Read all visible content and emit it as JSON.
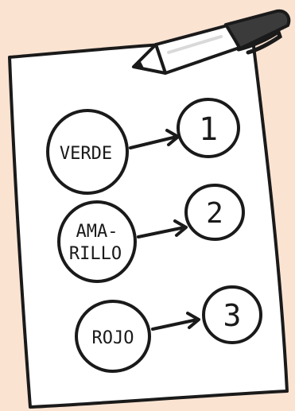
{
  "background_color": "#fbe3d2",
  "paper_color": "#ffffff",
  "ink_color": "#1a1a1a",
  "pen": {
    "icon": "pen-icon",
    "body_color": "#ffffff",
    "cap_color": "#3b3b3b"
  },
  "rows": [
    {
      "lines": [
        "VERDE"
      ],
      "number": "1"
    },
    {
      "lines": [
        "AMA-",
        "RILLO"
      ],
      "number": "2"
    },
    {
      "lines": [
        "ROJO"
      ],
      "number": "3"
    }
  ]
}
